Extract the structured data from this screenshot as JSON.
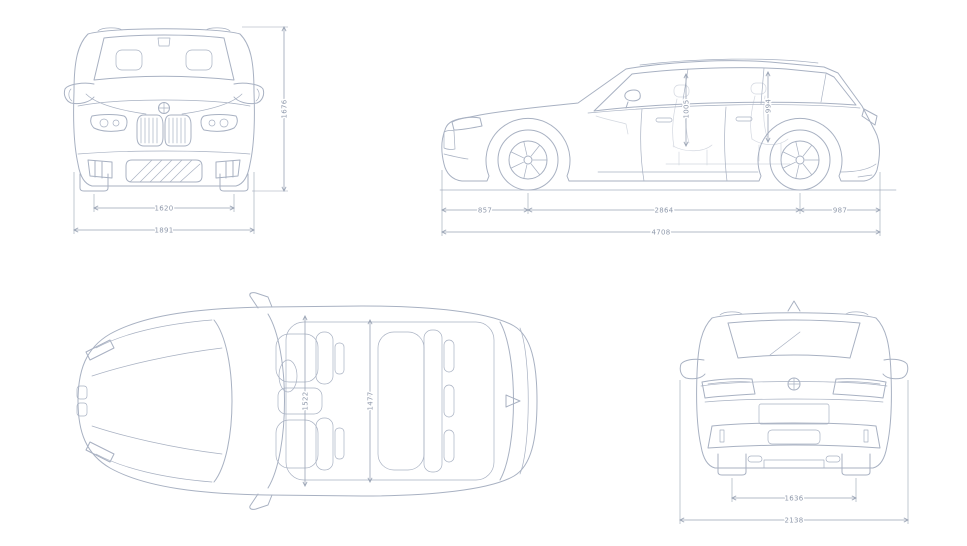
{
  "diagram": {
    "colors": {
      "line": "#a8b1c2",
      "dimension": "#9aa4b5",
      "label": "#8f99ab",
      "background": "#ffffff"
    },
    "dims": {
      "front": {
        "track_width": "1620",
        "overall_width": "1891",
        "height": "1676"
      },
      "side": {
        "front_overhang": "857",
        "wheelbase": "2864",
        "rear_overhang": "987",
        "overall_length": "4708",
        "front_headroom": "1005",
        "rear_headroom": "994"
      },
      "top": {
        "front_interior_width": "1522",
        "rear_interior_width": "1477"
      },
      "rear": {
        "track_width": "1636",
        "overall_width_incl_mirrors": "2138"
      }
    }
  }
}
